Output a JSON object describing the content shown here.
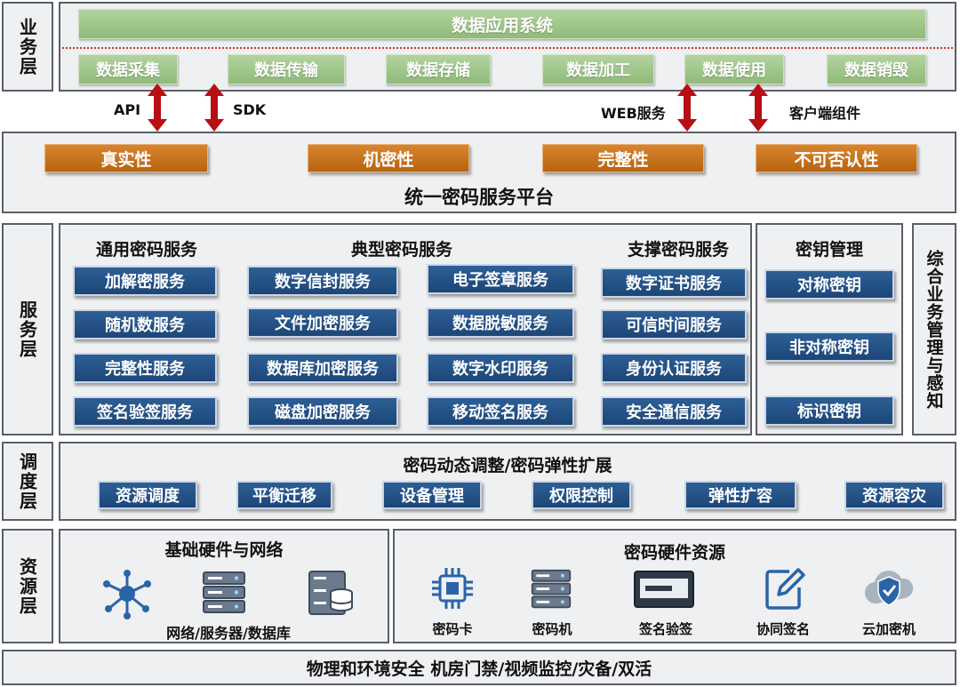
{
  "colors": {
    "green": "#9cc489",
    "orange": "#c97420",
    "blue": "#24527f",
    "arrow": "#b80f14",
    "panel": "#eef0f2"
  },
  "business": {
    "label": "业务层",
    "top_bar": "数据应用系统",
    "items": [
      "数据采集",
      "数据传输",
      "数据存储",
      "数据加工",
      "数据使用",
      "数据销毁"
    ]
  },
  "interfaces": {
    "api": "API",
    "sdk": "SDK",
    "web": "WEB服务",
    "client": "客户端组件"
  },
  "platform": {
    "title": "统一密码服务平台",
    "properties": [
      "真实性",
      "机密性",
      "完整性",
      "不可否认性"
    ]
  },
  "service": {
    "label": "服务层",
    "general": {
      "title": "通用密码服务",
      "items": [
        "加解密服务",
        "随机数服务",
        "完整性服务",
        "签名验签服务"
      ]
    },
    "typical": {
      "title": "典型密码服务",
      "col1": [
        "数字信封服务",
        "文件加密服务",
        "数据库加密服务",
        "磁盘加密服务"
      ],
      "col2": [
        "电子签章服务",
        "数据脱敏服务",
        "数字水印服务",
        "移动签名服务"
      ]
    },
    "support": {
      "title": "支撑密码服务",
      "items": [
        "数字证书服务",
        "可信时间服务",
        "身份认证服务",
        "安全通信服务"
      ]
    },
    "key": {
      "title": "密钥管理",
      "items": [
        "对称密钥",
        "非对称密钥",
        "标识密钥"
      ]
    },
    "mgmt_label": "综合业务管理与感知"
  },
  "schedule": {
    "label": "调度层",
    "title": "密码动态调整/密码弹性扩展",
    "items": [
      "资源调度",
      "平衡迁移",
      "设备管理",
      "权限控制",
      "弹性扩容",
      "资源容灾"
    ]
  },
  "resource": {
    "label": "资源层",
    "infra": {
      "title": "基础硬件与网络",
      "caption": "网络/服务器/数据库",
      "icons": [
        "network-icon",
        "server-icon",
        "database-icon"
      ]
    },
    "crypto": {
      "title": "密码硬件资源",
      "items": [
        {
          "label": "密码卡",
          "icon": "chip-icon"
        },
        {
          "label": "密码机",
          "icon": "server-icon"
        },
        {
          "label": "签名验签",
          "icon": "terminal-icon"
        },
        {
          "label": "协同签名",
          "icon": "sign-edit-icon"
        },
        {
          "label": "云加密机",
          "icon": "cloud-shield-icon"
        }
      ]
    }
  },
  "physical": {
    "title": "物理和环境安全 机房门禁/视频监控/灾备/双活"
  }
}
